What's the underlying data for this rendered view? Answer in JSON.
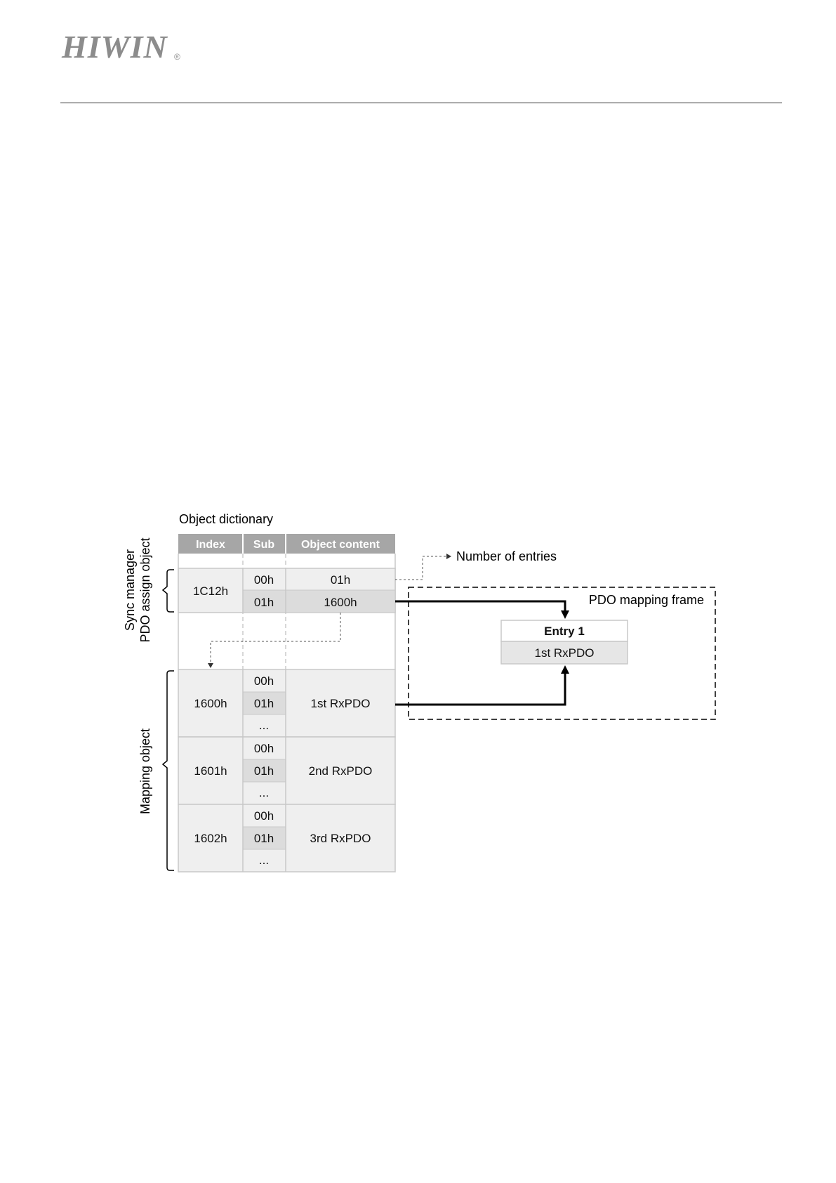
{
  "header": {
    "logo_text": "HIWIN",
    "logo_mark": "®"
  },
  "diagram": {
    "title": "Object dictionary",
    "columns": [
      "Index",
      "Sub",
      "Object content"
    ],
    "side_labels": {
      "sync_line1": "Sync manager",
      "sync_line2": "PDO assign object",
      "mapping": "Mapping object"
    },
    "sync_group": {
      "index": "1C12h",
      "rows": [
        {
          "sub": "00h",
          "content": "01h"
        },
        {
          "sub": "01h",
          "content": "1600h"
        }
      ]
    },
    "mapping_groups": [
      {
        "index": "1600h",
        "subs": [
          "00h",
          "01h",
          "..."
        ],
        "content": "1st RxPDO"
      },
      {
        "index": "1601h",
        "subs": [
          "00h",
          "01h",
          "..."
        ],
        "content": "2nd RxPDO"
      },
      {
        "index": "1602h",
        "subs": [
          "00h",
          "01h",
          "..."
        ],
        "content": "3rd RxPDO"
      }
    ],
    "number_of_entries_label": "Number of entries",
    "frame_title": "PDO mapping frame",
    "entry": {
      "title": "Entry 1",
      "value": "1st RxPDO"
    }
  }
}
